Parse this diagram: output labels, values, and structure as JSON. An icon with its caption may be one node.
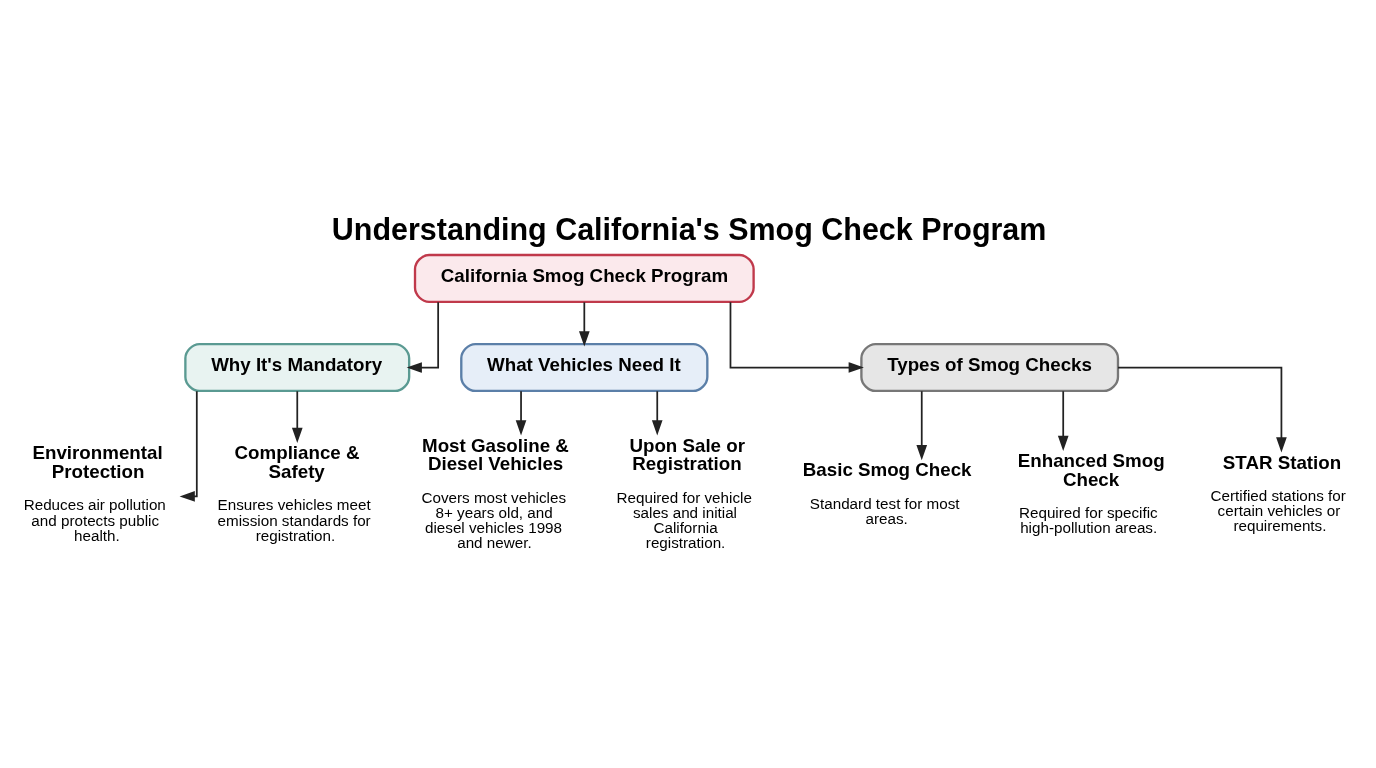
{
  "diagram": {
    "title": "Understanding California's Smog Check Program",
    "nodes": [
      {
        "text": [
          "California Smog Check Program"
        ]
      },
      {
        "text": [
          "Why It's Mandatory"
        ]
      },
      {
        "text": [
          "What Vehicles Need It"
        ]
      },
      {
        "text": [
          "Types of Smog Checks"
        ]
      },
      {
        "text": [
          "Environmental Protection",
          "Reduces air pollution and protects public health."
        ]
      },
      {
        "text": [
          "Compliance & Safety",
          "Ensures vehicles meet emission standards for registration."
        ]
      },
      {
        "text": [
          "Most Gasoline & Diesel Vehicles",
          "Covers most vehicles 8+ years old, and diesel vehicles 1998 and newer."
        ]
      },
      {
        "text": [
          "Upon Sale or Registration",
          "Required for vehicle sales and initial California registration."
        ]
      },
      {
        "text": [
          "Basic Smog Check",
          "Standard test for most areas."
        ]
      },
      {
        "text": [
          "Enhanced Smog Check",
          "Required for specific high-pollution areas."
        ]
      },
      {
        "text": [
          "STAR Station",
          "Certified stations for certain vehicles or requirements."
        ]
      }
    ],
    "edges": [
      {
        "from": 0,
        "to": 1,
        "arrow": "to"
      },
      {
        "from": 0,
        "to": 2,
        "arrow": "to"
      },
      {
        "from": 0,
        "to": 3,
        "arrow": "to"
      },
      {
        "from": 1,
        "to": 4,
        "arrow": "to"
      },
      {
        "from": 1,
        "to": 5,
        "arrow": "to"
      },
      {
        "from": 2,
        "to": 6,
        "arrow": "to"
      },
      {
        "from": 2,
        "to": 7,
        "arrow": "to"
      },
      {
        "from": 3,
        "to": 8,
        "arrow": "to"
      },
      {
        "from": 3,
        "to": 9,
        "arrow": "to"
      },
      {
        "from": 3,
        "to": 10,
        "arrow": "to"
      }
    ]
  }
}
